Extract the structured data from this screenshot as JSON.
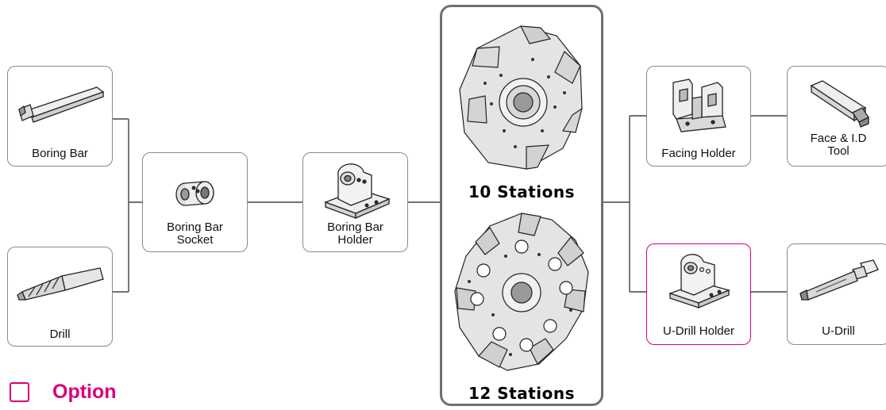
{
  "nodes": {
    "boring_bar": "Boring Bar",
    "drill": "Drill",
    "boring_bar_socket": "Boring Bar\nSocket",
    "boring_bar_holder": "Boring Bar\nHolder",
    "facing_holder": "Facing Holder",
    "face_id_tool": "Face & I.D\nTool",
    "u_drill_holder": "U-Drill Holder",
    "u_drill": "U-Drill"
  },
  "turret": {
    "stations_10": "10 Stations",
    "stations_12": "12 Stations"
  },
  "legend": {
    "option_label": "Option"
  },
  "colors": {
    "option_accent": "#d6007e",
    "box_border": "#8a8a8a",
    "line": "#444444"
  },
  "icons": [
    "boring-bar-icon",
    "drill-icon",
    "boring-bar-socket-icon",
    "boring-bar-holder-icon",
    "turret-10-icon",
    "turret-12-icon",
    "facing-holder-icon",
    "face-id-tool-icon",
    "u-drill-holder-icon",
    "u-drill-icon"
  ]
}
